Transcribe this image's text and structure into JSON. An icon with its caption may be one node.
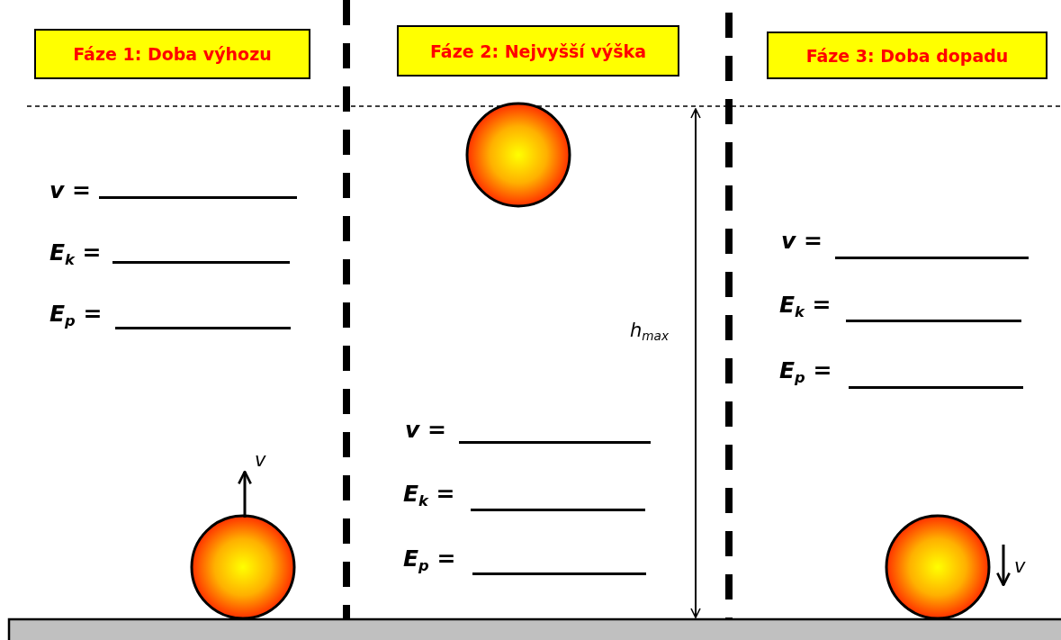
{
  "diagram": {
    "nodes": [
      {
        "text": [
          "Fáze 1: Doba výhozu"
        ]
      },
      {
        "text": [
          "Fáze 2: Nejvyšší výška"
        ]
      },
      {
        "text": [
          "Fáze 3: Doba dopadu"
        ]
      },
      {
        "text": [],
        "shape": "circle"
      },
      {
        "text": [],
        "shape": "circle"
      },
      {
        "text": [],
        "shape": "circle"
      }
    ],
    "labels": [
      "v =",
      "E$_{k}$ =",
      "E$_{p}$ =",
      "v",
      "v =",
      "E$_{k}$ =",
      "E$_{p}$ =",
      "h$_{max}$",
      "v =",
      "E$_{k}$ =",
      "E$_{p}$ =",
      "v"
    ]
  }
}
